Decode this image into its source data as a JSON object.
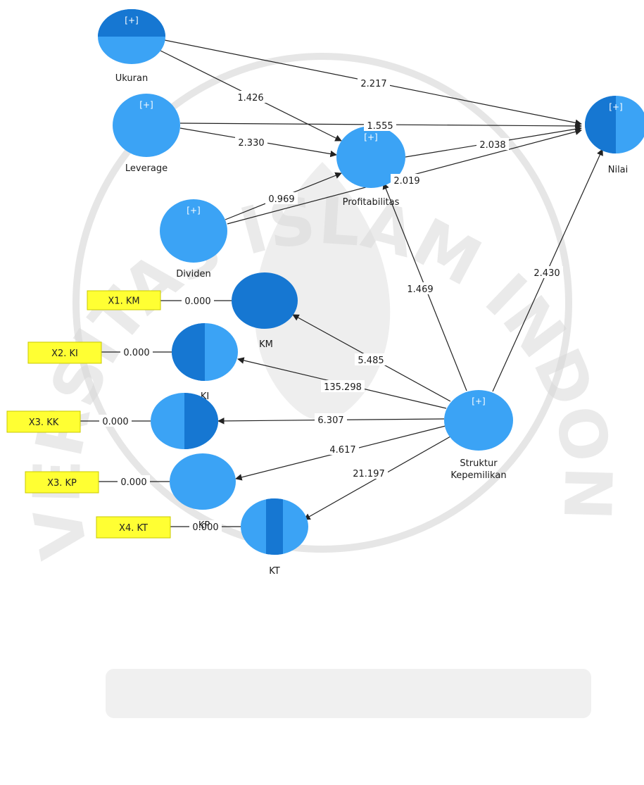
{
  "watermark": {
    "text": "UNIVERSITAS ISLAM INDONESIA",
    "color": "#d9d9d9"
  },
  "colors": {
    "node": "#3ba3f5",
    "node_dark": "#1677d2",
    "indicator_fill": "#ffff33",
    "indicator_border": "#c8c800",
    "edge": "#222222"
  },
  "expand_marker": "[+]",
  "nodes": [
    {
      "id": "ukuran",
      "label": "Ukuran",
      "expandable": true
    },
    {
      "id": "leverage",
      "label": "Leverage",
      "expandable": true
    },
    {
      "id": "dividen",
      "label": "Dividen",
      "expandable": true
    },
    {
      "id": "profitabilitas",
      "label": "Profitabilitas",
      "expandable": true
    },
    {
      "id": "nilai",
      "label": "Nilai",
      "expandable": true
    },
    {
      "id": "struktur",
      "label": "Struktur\nKepemilikan",
      "expandable": true
    },
    {
      "id": "km",
      "label": "KM",
      "expandable": false
    },
    {
      "id": "ki",
      "label": "KI",
      "expandable": false
    },
    {
      "id": "kk",
      "label": "",
      "expandable": false
    },
    {
      "id": "kp",
      "label": "KP",
      "expandable": false
    },
    {
      "id": "kt",
      "label": "KT",
      "expandable": false
    }
  ],
  "indicators": [
    {
      "id": "x1",
      "label": "X1. KM",
      "target": "km",
      "value": "0.000"
    },
    {
      "id": "x2",
      "label": "X2. KI",
      "target": "ki",
      "value": "0.000"
    },
    {
      "id": "x3k",
      "label": "X3. KK",
      "target": "kk",
      "value": "0.000"
    },
    {
      "id": "x3p",
      "label": "X3. KP",
      "target": "kp",
      "value": "0.000"
    },
    {
      "id": "x4",
      "label": "X4. KT",
      "target": "kt",
      "value": "0.000"
    }
  ],
  "paths": [
    {
      "from": "ukuran",
      "to": "nilai",
      "value": "2.217"
    },
    {
      "from": "ukuran",
      "to": "profitabilitas",
      "value": "1.426"
    },
    {
      "from": "leverage",
      "to": "nilai",
      "value": "1.555"
    },
    {
      "from": "leverage",
      "to": "profitabilitas",
      "value": "2.330"
    },
    {
      "from": "profitabilitas",
      "to": "nilai",
      "value": "2.038"
    },
    {
      "from": "dividen",
      "to": "nilai",
      "value": "2.019"
    },
    {
      "from": "dividen",
      "to": "profitabilitas",
      "value": "0.969"
    },
    {
      "from": "struktur",
      "to": "profitabilitas",
      "value": "1.469"
    },
    {
      "from": "struktur",
      "to": "nilai",
      "value": "2.430"
    },
    {
      "from": "struktur",
      "to": "km",
      "value": "5.485"
    },
    {
      "from": "struktur",
      "to": "ki",
      "value": "135.298"
    },
    {
      "from": "struktur",
      "to": "kk",
      "value": "6.307"
    },
    {
      "from": "struktur",
      "to": "kp",
      "value": "4.617"
    },
    {
      "from": "struktur",
      "to": "kt",
      "value": "21.197"
    }
  ]
}
